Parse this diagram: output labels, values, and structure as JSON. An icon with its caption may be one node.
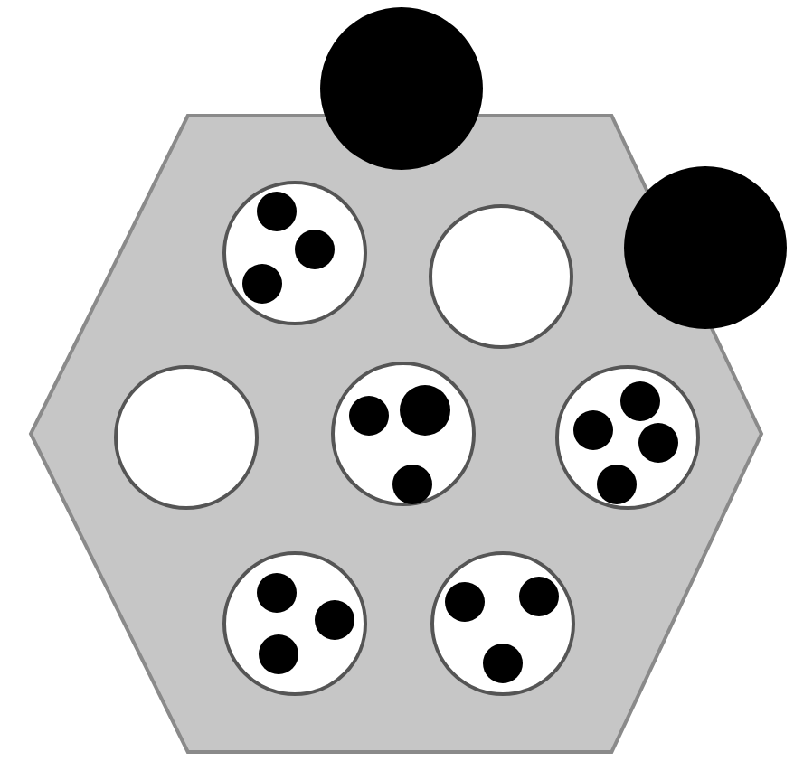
{
  "diagram": {
    "nodes": [
      {
        "text": [],
        "shape": "hexagon"
      },
      {
        "text": [],
        "shape": "circle"
      },
      {
        "text": [],
        "shape": "circle"
      },
      {
        "text": [],
        "shape": "circle",
        "in": 0
      },
      {
        "text": [],
        "shape": "circle",
        "in": 0
      },
      {
        "text": [],
        "shape": "circle",
        "in": 0
      },
      {
        "text": [],
        "shape": "circle",
        "in": 0
      },
      {
        "text": [],
        "shape": "circle",
        "in": 0
      },
      {
        "text": [],
        "shape": "circle",
        "in": 0
      },
      {
        "text": [],
        "shape": "circle",
        "in": 0
      },
      {
        "text": [],
        "shape": "circle",
        "in": 3
      },
      {
        "text": [],
        "shape": "circle",
        "in": 3
      },
      {
        "text": [],
        "shape": "circle",
        "in": 3
      },
      {
        "text": [],
        "shape": "circle",
        "in": 6
      },
      {
        "text": [],
        "shape": "circle",
        "in": 6
      },
      {
        "text": [],
        "shape": "circle",
        "in": 6
      },
      {
        "text": [],
        "shape": "circle",
        "in": 7
      },
      {
        "text": [],
        "shape": "circle",
        "in": 7
      },
      {
        "text": [],
        "shape": "circle",
        "in": 7
      },
      {
        "text": [],
        "shape": "circle",
        "in": 7
      },
      {
        "text": [],
        "shape": "circle",
        "in": 8
      },
      {
        "text": [],
        "shape": "circle",
        "in": 8
      },
      {
        "text": [],
        "shape": "circle",
        "in": 8
      },
      {
        "text": [],
        "shape": "circle",
        "in": 9
      },
      {
        "text": [],
        "shape": "circle",
        "in": 9
      },
      {
        "text": [],
        "shape": "circle",
        "in": 9
      }
    ]
  }
}
